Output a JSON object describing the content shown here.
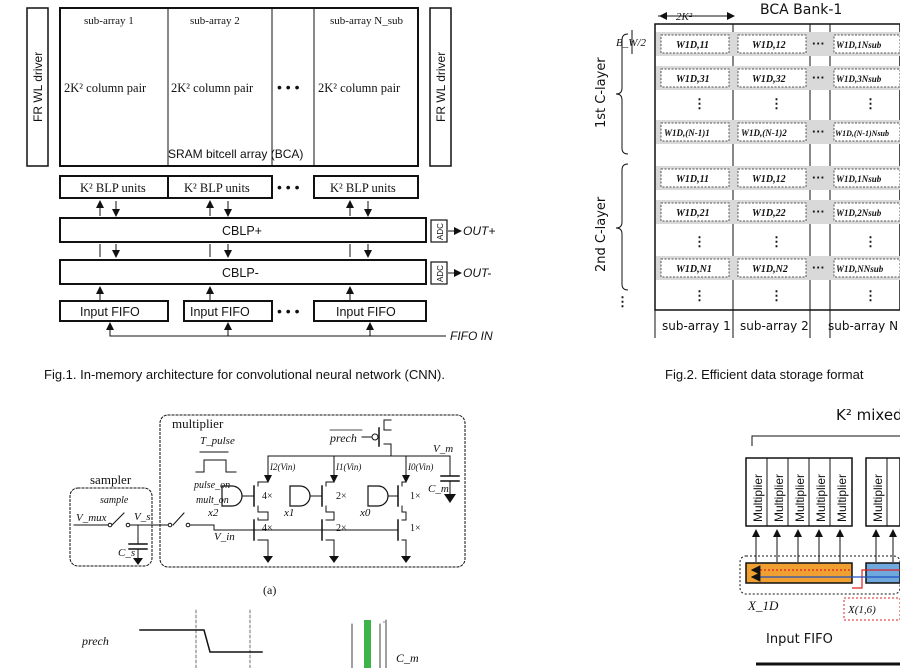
{
  "fig1": {
    "caption": "Fig.1. In-memory architecture for convolutional neural network (CNN).",
    "wl_driver": "FR WL driver",
    "subarrays": [
      "sub-array 1",
      "sub-array 2",
      "sub-array N_sub"
    ],
    "column_pair": "2K² column pair",
    "bca_label": "SRAM bitcell array (BCA)",
    "blp_units": "K² BLP units",
    "cblp_plus": "CBLP+",
    "cblp_minus": "CBLP-",
    "adc": "ADC",
    "out_plus": "OUT+",
    "out_minus": "OUT-",
    "input_fifo": "Input FIFO",
    "fifo_in": "FIFO IN"
  },
  "fig2": {
    "caption": "Fig.2. Efficient data storage format",
    "title": "BCA Bank-1",
    "width_label": "2K²",
    "bw_label": "B_W/2",
    "layer1": "1st C-layer",
    "layer2": "2nd C-layer",
    "cells_row1": [
      "W1D,11",
      "W1D,12",
      "W1D,1Nsub"
    ],
    "cells_row2": [
      "W1D,31",
      "W1D,32",
      "W1D,3Nsub"
    ],
    "cells_row3": [
      "W1D,(N-1)1",
      "W1D,(N-1)2",
      "W1D,(N-1)Nsub"
    ],
    "cells_row4": [
      "W1D,11",
      "W1D,12",
      "W1D,1Nsub"
    ],
    "cells_row5": [
      "W1D,21",
      "W1D,22",
      "W1D,2Nsub"
    ],
    "cells_row6": [
      "W1D,N1",
      "W1D,N2",
      "W1D,NNsub"
    ],
    "bottom_labels": [
      "sub-array 1",
      "sub-array 2",
      "sub-array N"
    ]
  },
  "fig3": {
    "multiplier": "multiplier",
    "tpulse": "T_pulse",
    "prech": "prech",
    "vm": "V_m",
    "cm": "C_m",
    "pulse_on": "pulse_on",
    "mult_on": "mult_on",
    "sampler": "sampler",
    "sample": "sample",
    "vmux": "V_mux",
    "vs": "V_s",
    "cs": "C_s",
    "vin": "V_in",
    "i2": "I2(Vin)",
    "i1": "I1(Vin)",
    "i0": "I0(Vin)",
    "x2": "x2",
    "x1": "x1",
    "x0": "x0",
    "sizes": [
      "4×",
      "4×",
      "2×",
      "2×",
      "1×",
      "1×"
    ],
    "sub_label": "(a)",
    "timing_prech": "prech",
    "timing_cm": "C_m"
  },
  "fig4": {
    "title": "K² mixed",
    "multiplier": "Multiplier",
    "x1d": "X_1D",
    "x16": "X(1,6)",
    "input_fifo": "Input FIFO"
  },
  "colors": {
    "gray_cell": "#d9d9d9",
    "green": "#3cb44b",
    "orange": "#f0a030",
    "blue": "#6fa8dc",
    "red": "#e02020"
  }
}
